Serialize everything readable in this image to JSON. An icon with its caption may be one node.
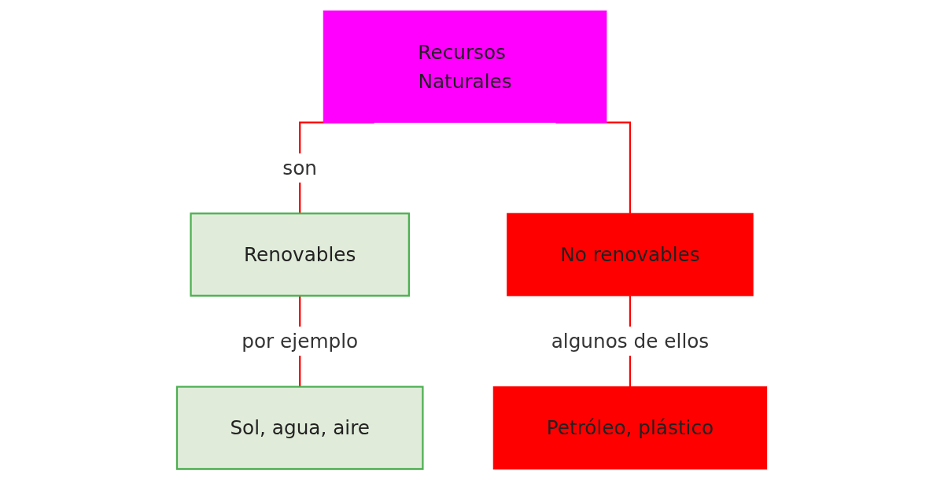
{
  "diagram": {
    "nodes": [
      {
        "text": [
          "Recursos Naturales"
        ]
      },
      {
        "text": [
          "Renovables"
        ]
      },
      {
        "text": [
          "No renovables"
        ]
      },
      {
        "text": [
          "Sol, agua, aire"
        ]
      },
      {
        "text": [
          "Petróleo, plástico"
        ]
      }
    ],
    "edges": [
      {
        "from": 0,
        "to": 1,
        "arrow": "none",
        "label": "son"
      },
      {
        "from": 0,
        "to": 2,
        "arrow": "none"
      },
      {
        "from": 1,
        "to": 3,
        "arrow": "none",
        "label": "por ejemplo"
      },
      {
        "from": 2,
        "to": 4,
        "arrow": "none",
        "label": "algunos de ellos"
      }
    ]
  }
}
